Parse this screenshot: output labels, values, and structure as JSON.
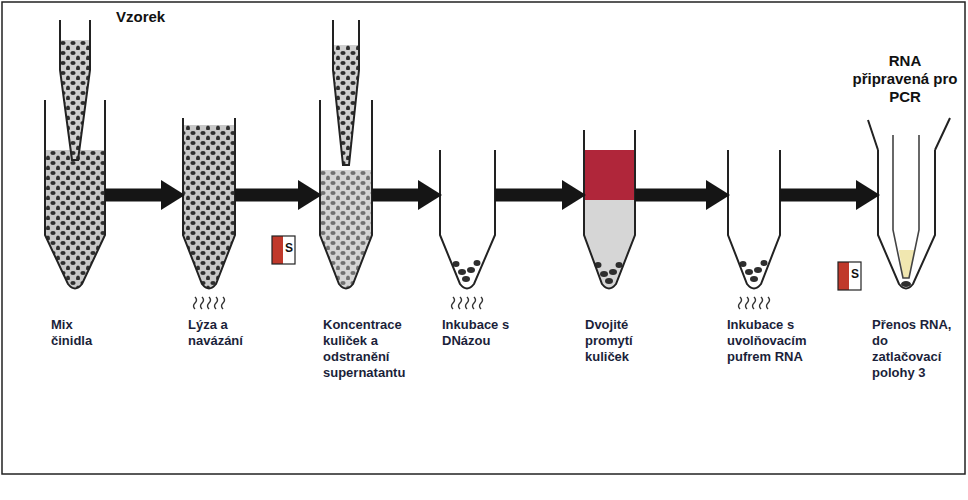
{
  "diagram": {
    "nodes": [
      {
        "text": [
          "Mix činidla"
        ]
      },
      {
        "text": [
          "Lýza a navázání"
        ]
      },
      {
        "text": [
          "Koncentrace kuliček a odstranění supernatantu"
        ]
      },
      {
        "text": [
          "Inkubace s DNázou"
        ]
      },
      {
        "text": [
          "Dvojité promytí kuliček"
        ]
      },
      {
        "text": [
          "Inkubace s uvolňovacím pufrem RNA"
        ]
      },
      {
        "text": [
          "Přenos RNA, do zatlačovací polohy 3"
        ]
      }
    ],
    "edges": [
      {
        "from": 0,
        "to": 1,
        "arrow": "to"
      },
      {
        "from": 1,
        "to": 2,
        "arrow": "to"
      },
      {
        "from": 2,
        "to": 3,
        "arrow": "to"
      },
      {
        "from": 3,
        "to": 4,
        "arrow": "to"
      },
      {
        "from": 4,
        "to": 5,
        "arrow": "to"
      },
      {
        "from": 5,
        "to": 6,
        "arrow": "to"
      }
    ],
    "labels": [
      "Vzorek",
      "RNA připravená pro PCR",
      "S",
      "S"
    ]
  }
}
